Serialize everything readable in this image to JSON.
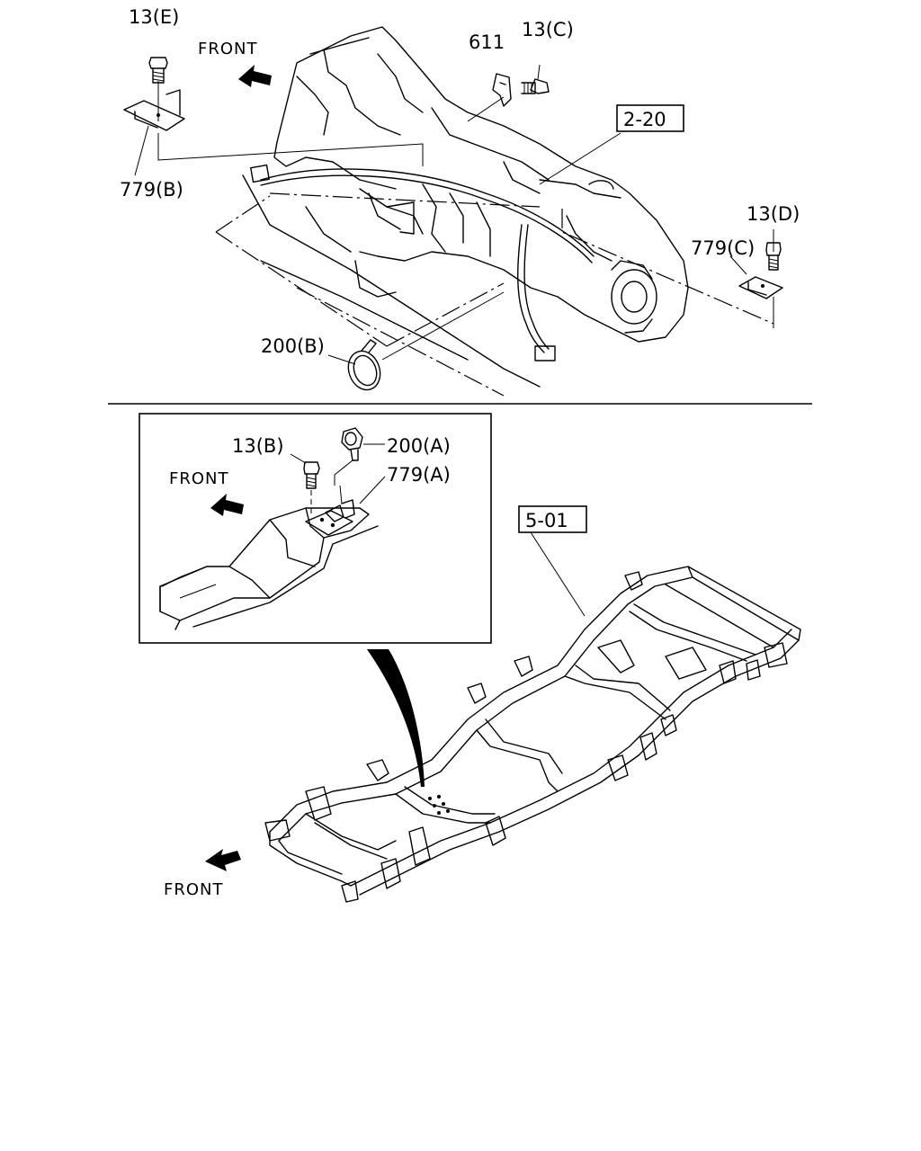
{
  "top": {
    "front_label": "FRONT",
    "callouts": {
      "bolt_e": "13(E)",
      "bracket_b": "779(B)",
      "clip_611": "611",
      "bolt_c": "13(C)",
      "ref_box": "2-20",
      "bolt_d": "13(D)",
      "bracket_c": "779(C)",
      "clamp_b": "200(B)"
    }
  },
  "inset": {
    "front_label": "FRONT",
    "callouts": {
      "bolt_b": "13(B)",
      "clamp_a": "200(A)",
      "bracket_a": "779(A)"
    }
  },
  "bottom": {
    "front_label": "FRONT",
    "callouts": {
      "ref_box": "5-01"
    }
  }
}
